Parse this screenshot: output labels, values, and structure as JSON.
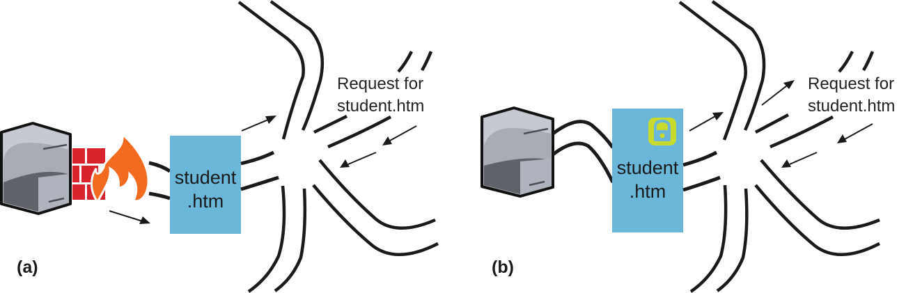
{
  "diagram": {
    "panels": [
      {
        "id": "a",
        "label": "(a)",
        "server": {
          "icon": "server-icon"
        },
        "protection": {
          "icons": [
            "brick-wall-icon",
            "flame-icon"
          ],
          "meaning": "firewall"
        },
        "document": {
          "line1": "student",
          "line2": ".htm",
          "locked": false
        },
        "request_label": {
          "line1": "Request for",
          "line2": "student.htm"
        }
      },
      {
        "id": "b",
        "label": "(b)",
        "server": {
          "icon": "server-icon"
        },
        "protection": null,
        "document": {
          "line1": "student",
          "line2": ".htm",
          "locked": true,
          "lock_icon": "padlock-icon"
        },
        "request_label": {
          "line1": "Request for",
          "line2": "student.htm"
        }
      }
    ],
    "colors": {
      "document_fill": "#6ab7da",
      "brick": "#d6232c",
      "flame": "#f26b21",
      "lock": "#c8da2b",
      "server_light": "#c9ccd4",
      "server_dark": "#5f6369",
      "stroke": "#1a1a1a"
    }
  }
}
